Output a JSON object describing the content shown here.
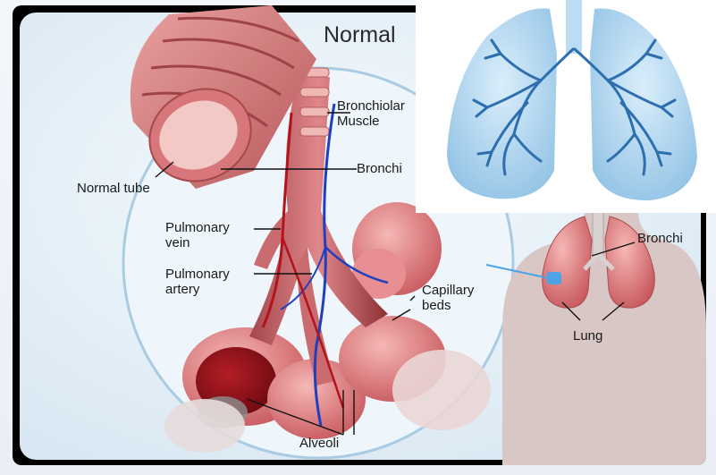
{
  "diagram": {
    "title": "Normal",
    "labels": {
      "bronchiolar_muscle": [
        "Bronchiolar",
        "Muscle"
      ],
      "bronchi_top": "Bronchi",
      "normal_tube": "Normal tube",
      "pulmonary_vein": [
        "Pulmonary",
        "vein"
      ],
      "pulmonary_artery": [
        "Pulmonary",
        "artery"
      ],
      "capillary_beds": [
        "Capillary",
        "beds"
      ],
      "bronchi_body": "Bronchi",
      "lung": "Lung",
      "alveoli": "Alveoli"
    }
  },
  "colors": {
    "frame": "#000000",
    "circle_bg": "#eef6fb",
    "tissue": "#e27b7f",
    "vein": "#1f3fbf",
    "body_silhouette": "#d8c6c4",
    "inset_lung": "#8fc5ea",
    "inset_airway": "#2d6fae"
  }
}
